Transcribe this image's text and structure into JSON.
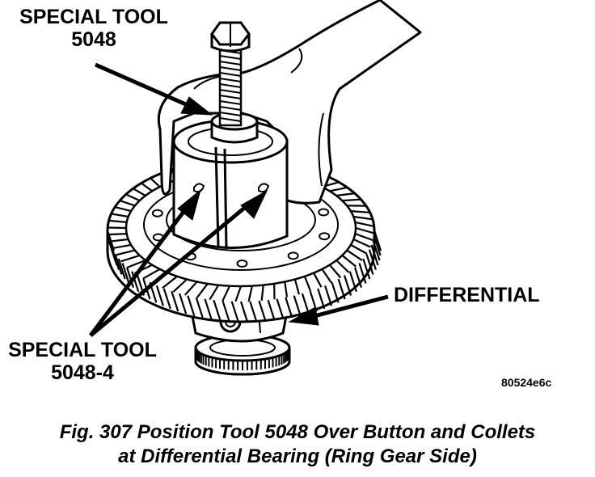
{
  "labels": {
    "special_tool_5048": [
      "SPECIAL TOOL",
      "5048"
    ],
    "special_tool_5048_4": [
      "SPECIAL TOOL",
      "5048-4"
    ],
    "differential": "DIFFERENTIAL",
    "figure_code": "80524e6c"
  },
  "caption": {
    "line1": "Fig. 307 Position Tool 5048 Over Button and Collets",
    "line2": "at Differential Bearing (Ring Gear Side)"
  },
  "colors": {
    "ink": "#000000",
    "paper": "#ffffff"
  }
}
